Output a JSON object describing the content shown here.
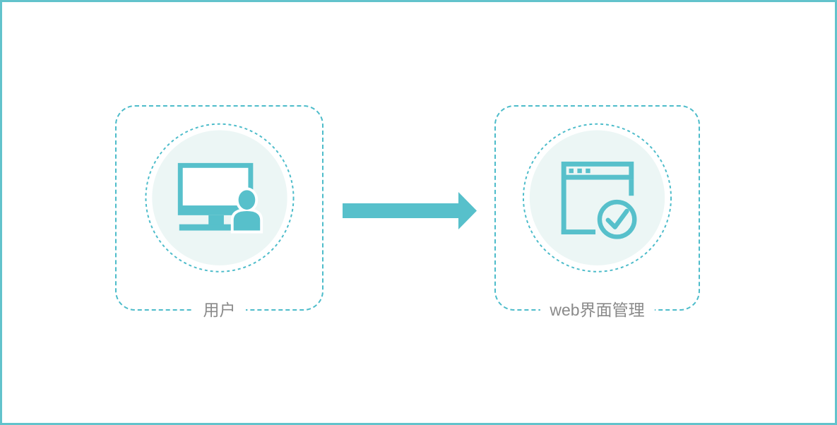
{
  "diagram": {
    "title": "user-to-web-management-flow",
    "nodes": [
      {
        "id": "user",
        "label": "用户",
        "icon": "user-terminal-icon"
      },
      {
        "id": "web-management",
        "label": "web界面管理",
        "icon": "browser-check-icon"
      }
    ],
    "connector": {
      "type": "arrow-right",
      "from": "user",
      "to": "web-management"
    },
    "colors": {
      "teal": "#57c0cb",
      "dashed_border": "#4dbcca",
      "circle_fill": "#ecf6f5",
      "label_text": "#8a8a8a",
      "frame_border": "#62c3cc"
    }
  }
}
